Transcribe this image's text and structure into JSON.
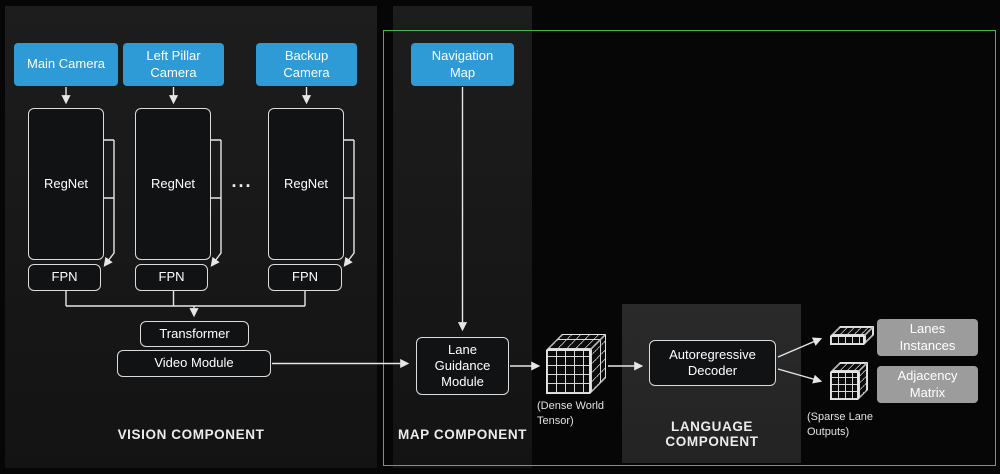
{
  "vision": {
    "cameras": [
      {
        "label": "Main Camera"
      },
      {
        "label": "Left Pillar Camera"
      },
      {
        "label": "Backup Camera"
      }
    ],
    "backbone_label": "RegNet",
    "ellipsis": "...",
    "fpn_label": "FPN",
    "transformer_label": "Transformer",
    "video_module_label": "Video Module",
    "section_label": "VISION COMPONENT"
  },
  "map": {
    "nav_map_label": "Navigation Map",
    "lane_guidance_label": "Lane Guidance Module",
    "section_label": "MAP COMPONENT"
  },
  "tensor": {
    "dense_caption": "(Dense World Tensor)"
  },
  "language": {
    "decoder_label": "Autoregressive Decoder",
    "section_label": "LANGUAGE COMPONENT"
  },
  "outputs": {
    "lanes_instances_label": "Lanes Instances",
    "adjacency_matrix_label": "Adjacency Matrix",
    "sparse_caption": "(Sparse Lane Outputs)"
  },
  "colors": {
    "accent_blue": "#2E9AD6",
    "highlight_green": "#49B649",
    "node_border": "#DCDCDC",
    "output_gray": "#9C9C9C"
  }
}
